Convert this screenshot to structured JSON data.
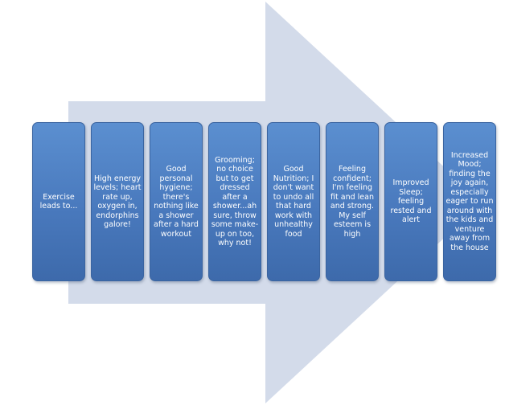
{
  "diagram": {
    "colors": {
      "arrow_fill": "#d3dbea",
      "box_fill": "#4f81bd",
      "box_border": "#3a64a0",
      "box_text": "#ffffff",
      "background": "#ffffff"
    },
    "steps": [
      {
        "label": "Exercise leads to..."
      },
      {
        "label": "High energy levels; heart rate up, oxygen in, endorphins galore!"
      },
      {
        "label": "Good personal hygiene; there's nothing like a shower after a hard workout"
      },
      {
        "label": "Grooming; no choice but to get dressed after a shower...ah sure, throw some make-up on too, why not!"
      },
      {
        "label": "Good Nutrition; I don't want to undo all that hard work with unhealthy food"
      },
      {
        "label": "Feeling confident; I'm feeling fit and lean and strong. My self esteem is high"
      },
      {
        "label": "Improved Sleep; feeling rested and alert"
      },
      {
        "label": "Increased Mood; finding the joy again, especially eager to run around with the kids and venture away from the house"
      }
    ]
  }
}
